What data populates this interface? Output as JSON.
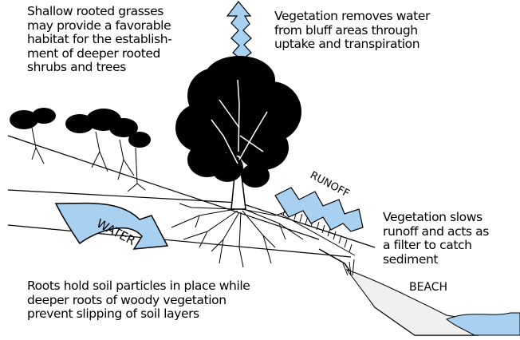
{
  "annotations": {
    "grasses": "Shallow rooted grasses\nmay provide a favorable\nhabitat for the establish-\nment of deeper rooted\nshrubs and trees",
    "transpiration": "Vegetation removes water\nfrom bluff areas through\nuptake and transpiration",
    "runoff_filter": "Vegetation slows\nrunoff and acts as\na filter to catch\nsediment",
    "roots": "Roots hold soil particles in place while\ndeeper roots of woody vegetation\nprevent slipping of soil layers"
  },
  "labels": {
    "runoff": "RUNOFF",
    "water": "WATER",
    "beach": "BEACH"
  },
  "colors": {
    "water_fill": "#a8d0f0",
    "beach_fill": "#f0f0f0",
    "ink": "#000000"
  }
}
